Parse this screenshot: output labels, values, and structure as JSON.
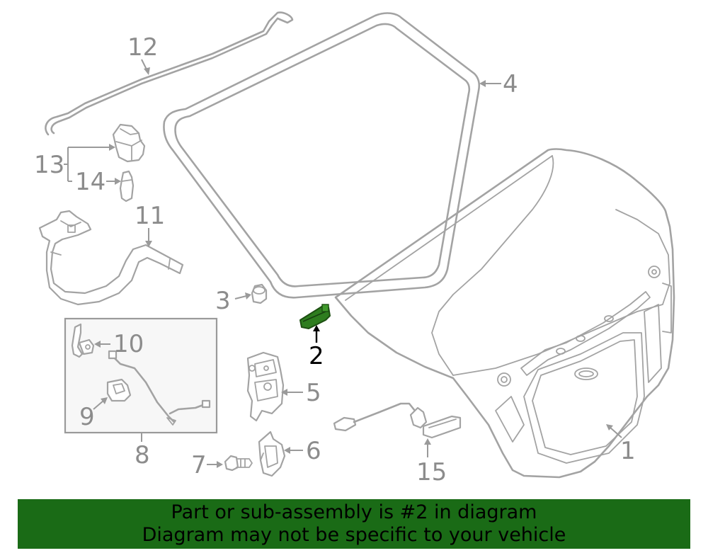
{
  "diagram": {
    "callouts": [
      {
        "id": "1",
        "label": "1"
      },
      {
        "id": "2",
        "label": "2"
      },
      {
        "id": "3",
        "label": "3"
      },
      {
        "id": "4",
        "label": "4"
      },
      {
        "id": "5",
        "label": "5"
      },
      {
        "id": "6",
        "label": "6"
      },
      {
        "id": "7",
        "label": "7"
      },
      {
        "id": "8",
        "label": "8"
      },
      {
        "id": "9",
        "label": "9"
      },
      {
        "id": "10",
        "label": "10"
      },
      {
        "id": "11",
        "label": "11"
      },
      {
        "id": "12",
        "label": "12"
      },
      {
        "id": "13",
        "label": "13"
      },
      {
        "id": "14",
        "label": "14"
      },
      {
        "id": "15",
        "label": "15"
      }
    ],
    "highlighted_part": "2"
  },
  "banner": {
    "line1": "Part or sub-assembly is #2 in diagram",
    "line2": "Diagram may not be specific to your vehicle"
  },
  "colors": {
    "banner_bg": "#1a6b16",
    "highlight_part": "#2e7d1f",
    "line_art": "#a3a3a3",
    "callout_text": "#8c8c8c",
    "highlight_text": "#000000"
  }
}
